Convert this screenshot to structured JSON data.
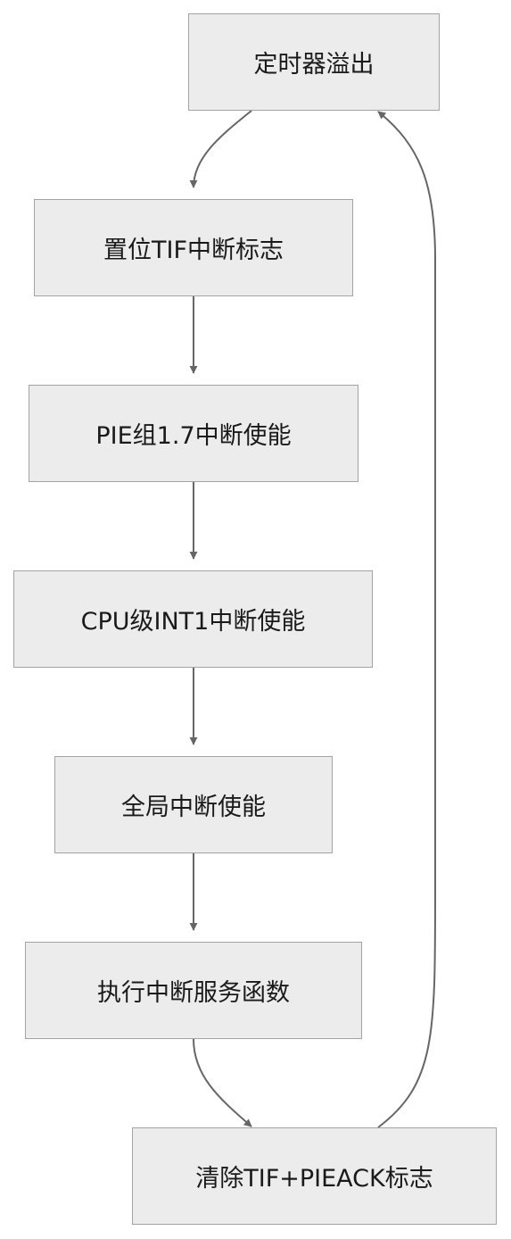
{
  "diagram": {
    "nodes": [
      {
        "id": "timer_overflow",
        "label": "定时器溢出"
      },
      {
        "id": "set_tif",
        "label": "置位TIF中断标志"
      },
      {
        "id": "pie_enable",
        "label": "PIE组1.7中断使能"
      },
      {
        "id": "cpu_enable",
        "label": "CPU级INT1中断使能"
      },
      {
        "id": "global_enable",
        "label": "全局中断使能"
      },
      {
        "id": "run_isr",
        "label": "执行中断服务函数"
      },
      {
        "id": "clear_flags",
        "label": "清除TIF+PIEACK标志"
      }
    ],
    "edges": [
      {
        "from": "timer_overflow",
        "to": "set_tif"
      },
      {
        "from": "set_tif",
        "to": "pie_enable"
      },
      {
        "from": "pie_enable",
        "to": "cpu_enable"
      },
      {
        "from": "cpu_enable",
        "to": "global_enable"
      },
      {
        "from": "global_enable",
        "to": "run_isr"
      },
      {
        "from": "run_isr",
        "to": "clear_flags"
      },
      {
        "from": "clear_flags",
        "to": "timer_overflow"
      }
    ],
    "colors": {
      "node_fill": "#ececec",
      "node_border": "#a3a3a3",
      "edge": "#666666",
      "text": "#1a1a1a"
    }
  }
}
